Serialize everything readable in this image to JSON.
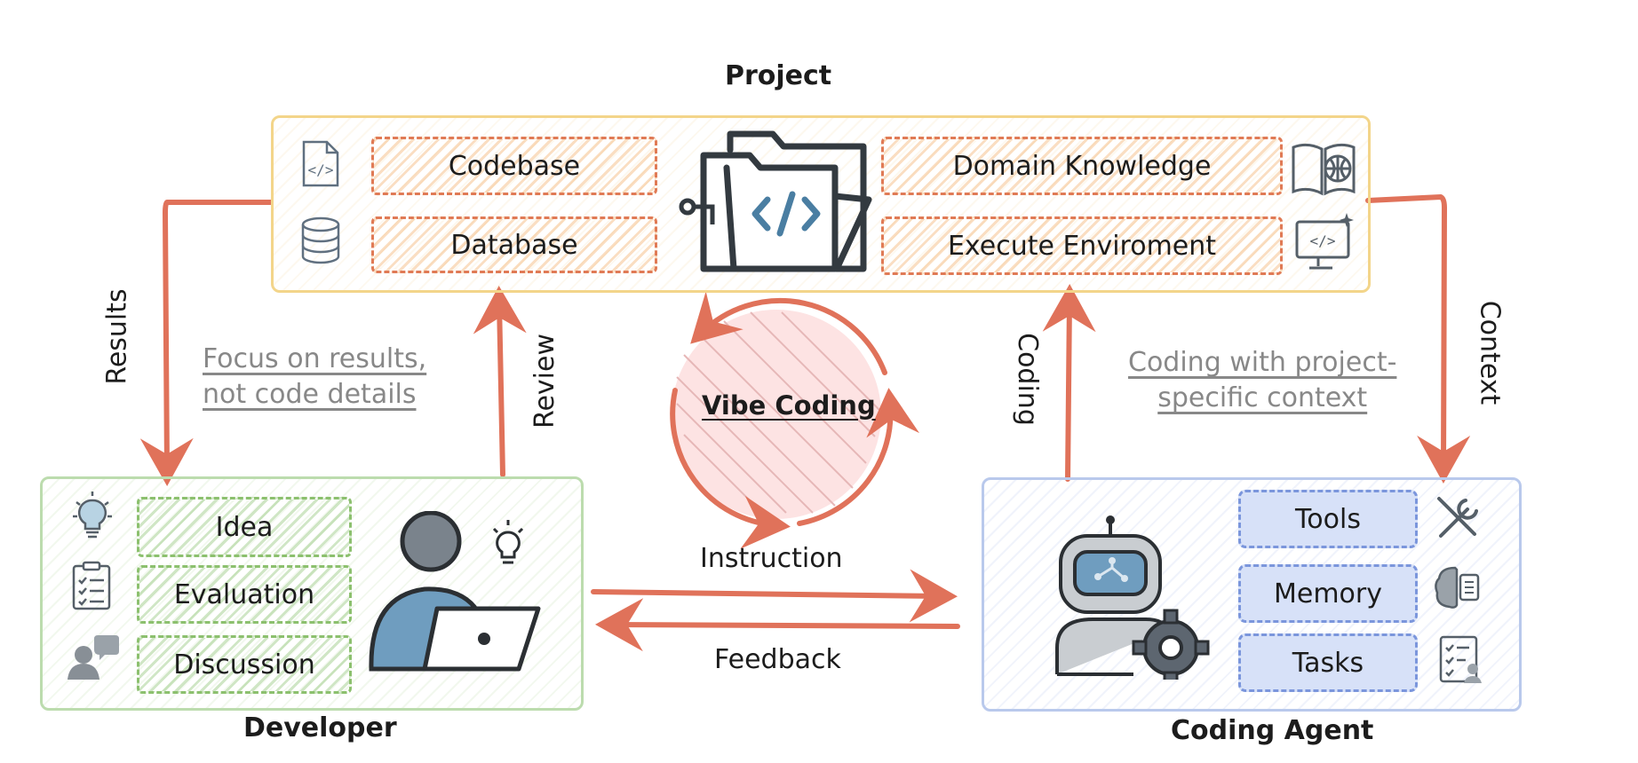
{
  "project": {
    "title": "Project",
    "items": [
      "Codebase",
      "Database",
      "Domain Knowledge",
      "Execute Enviroment"
    ],
    "icons": [
      "code-file-icon",
      "database-icon",
      "folder-code-icon",
      "book-globe-icon",
      "monitor-code-icon"
    ]
  },
  "developer": {
    "title": "Developer",
    "items": [
      "Idea",
      "Evaluation",
      "Discussion"
    ],
    "icons": [
      "lightbulb-icon",
      "clipboard-checklist-icon",
      "chat-person-icon",
      "developer-laptop-icon"
    ]
  },
  "agent": {
    "title": "Coding Agent",
    "items": [
      "Tools",
      "Memory",
      "Tasks"
    ],
    "icons": [
      "robot-gear-icon",
      "tools-icon",
      "brain-chip-icon",
      "task-list-icon"
    ]
  },
  "center": {
    "title": "Vibe Coding"
  },
  "edges": {
    "results": "Results",
    "review": "Review",
    "coding": "Coding",
    "context": "Context",
    "instruction": "Instruction",
    "feedback": "Feedback"
  },
  "notes": {
    "developer_note": [
      "Focus on results,",
      "not code details"
    ],
    "agent_note": [
      "Coding with project-",
      "specific context"
    ]
  },
  "colors": {
    "arrow": "#e0725a",
    "project_border": "#f3d58a",
    "developer_border": "#bcdcae",
    "agent_border": "#b9c9ec",
    "caption_gray": "#888888"
  }
}
